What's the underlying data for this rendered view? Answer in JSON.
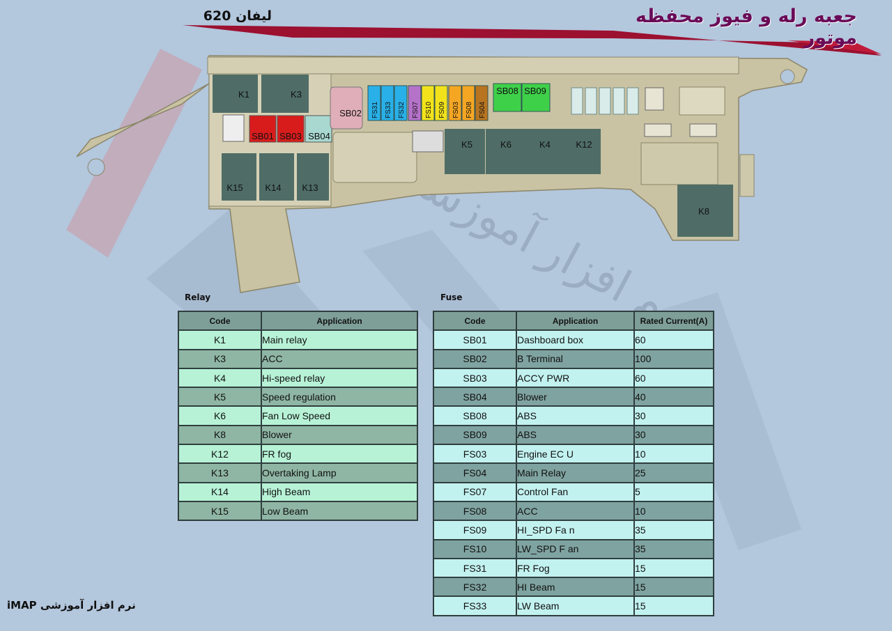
{
  "title_main": "جعبه رله و فیوز محفظه موتور",
  "title_model": "لیفان 620",
  "footer_brand": "نرم افزار آموزشی iMAP",
  "watermark": "نرم افزار آموزشی",
  "colors": {
    "background": "#b3c7dd",
    "box_body": "#c9c3a4",
    "relay_block": "#4f6d66",
    "title_purple": "#6a0b57",
    "ribbon": "#9c1030"
  },
  "diagram": {
    "relays": [
      "K1",
      "K3",
      "K5",
      "K6",
      "K4",
      "K12",
      "K15",
      "K14",
      "K13",
      "K8"
    ],
    "maxi_fuses": [
      "SB01",
      "SB03",
      "SB04",
      "SB02",
      "SB08",
      "SB09"
    ],
    "mini_fuses": [
      "FS31",
      "FS33",
      "FS32",
      "FS07",
      "FS10",
      "FS09",
      "FS03",
      "FS08",
      "FS04"
    ]
  },
  "relay_section": {
    "caption": "Relay",
    "headers": [
      "Code",
      "Application"
    ],
    "rows": [
      [
        "K1",
        "Main relay"
      ],
      [
        "K3",
        "ACC"
      ],
      [
        "K4",
        "Hi-speed relay"
      ],
      [
        "K5",
        "Speed regulation"
      ],
      [
        "K6",
        "Fan Low Speed"
      ],
      [
        "K8",
        "Blower"
      ],
      [
        "K12",
        "FR fog"
      ],
      [
        "K13",
        "Overtaking Lamp"
      ],
      [
        "K14",
        "High Beam"
      ],
      [
        "K15",
        "Low Beam"
      ]
    ]
  },
  "fuse_section": {
    "caption": "Fuse",
    "headers": [
      "Code",
      "Application",
      "Rated Current(A)"
    ],
    "rows": [
      [
        "SB01",
        "Dashboard box",
        "60"
      ],
      [
        "SB02",
        "B Terminal",
        "100"
      ],
      [
        "SB03",
        "ACCY PWR",
        "60"
      ],
      [
        "SB04",
        "Blower",
        "40"
      ],
      [
        "SB08",
        "ABS",
        "30"
      ],
      [
        "SB09",
        "ABS",
        "30"
      ],
      [
        "FS03",
        "Engine EC U",
        "10"
      ],
      [
        "FS04",
        "Main Relay",
        "25"
      ],
      [
        "FS07",
        "Control Fan",
        "5"
      ],
      [
        "FS08",
        "ACC",
        "10"
      ],
      [
        "FS09",
        "HI_SPD Fa n",
        "35"
      ],
      [
        "FS10",
        "LW_SPD F an",
        "35"
      ],
      [
        "FS31",
        "FR Fog",
        "15"
      ],
      [
        "FS32",
        "HI Beam",
        "15"
      ],
      [
        "FS33",
        "LW Beam",
        "15"
      ]
    ]
  }
}
